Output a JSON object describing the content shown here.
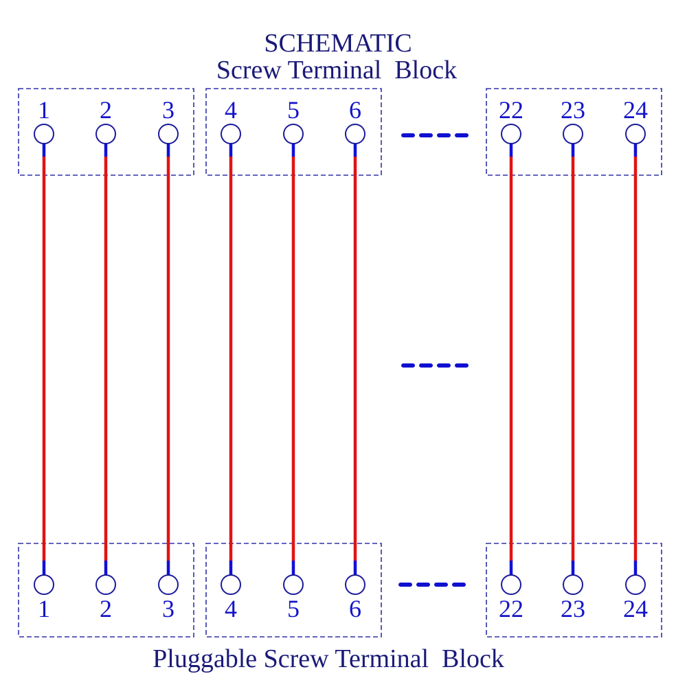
{
  "title": {
    "line1": "SCHEMATIC",
    "line2": "Screw Terminal  Block"
  },
  "footer": {
    "label": "Pluggable Screw Terminal  Block"
  },
  "colors": {
    "title": "#1a1a78",
    "pin_label": "#1414c8",
    "box_border": "#3030a8",
    "wire": "#e01414",
    "stem": "#1010d8",
    "ellipsis": "#1010d0"
  },
  "top_blocks": [
    {
      "pins": [
        "1",
        "2",
        "3"
      ]
    },
    {
      "pins": [
        "4",
        "5",
        "6"
      ]
    },
    {
      "pins": [
        "22",
        "23",
        "24"
      ]
    }
  ],
  "bottom_blocks": [
    {
      "pins": [
        "1",
        "2",
        "3"
      ]
    },
    {
      "pins": [
        "4",
        "5",
        "6"
      ]
    },
    {
      "pins": [
        "22",
        "23",
        "24"
      ]
    }
  ],
  "connections": [
    {
      "from": "1",
      "to": "1"
    },
    {
      "from": "2",
      "to": "2"
    },
    {
      "from": "3",
      "to": "3"
    },
    {
      "from": "4",
      "to": "4"
    },
    {
      "from": "5",
      "to": "5"
    },
    {
      "from": "6",
      "to": "6"
    },
    {
      "from": "22",
      "to": "22"
    },
    {
      "from": "23",
      "to": "23"
    },
    {
      "from": "24",
      "to": "24"
    }
  ],
  "ellipsis": {
    "top": "----",
    "middle": "----",
    "bottom": "----"
  }
}
